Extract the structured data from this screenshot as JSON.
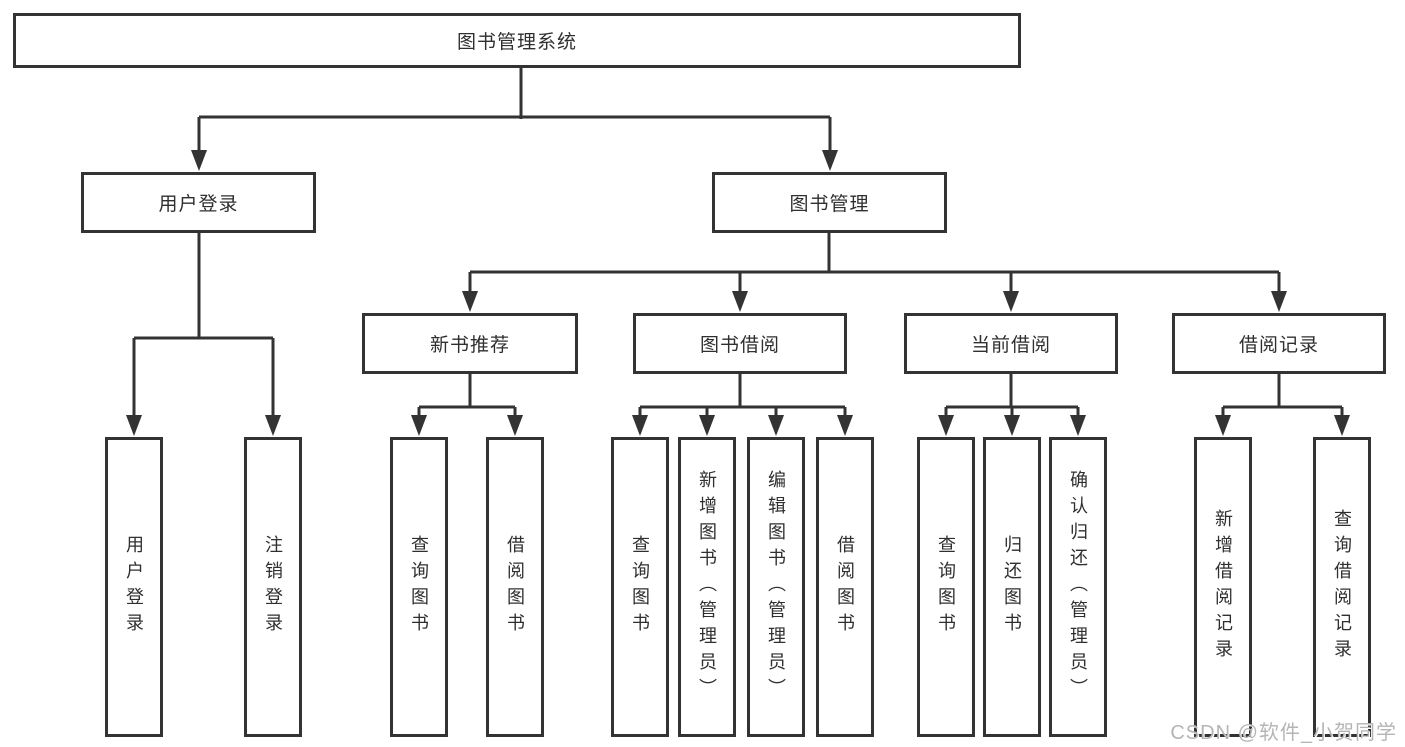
{
  "tree": {
    "root": "图书管理系统",
    "user_login_branch": {
      "label": "用户登录",
      "children": [
        "用户登录",
        "注销登录"
      ]
    },
    "book_mgmt_branch": {
      "label": "图书管理",
      "groups": [
        {
          "label": "新书推荐",
          "children": [
            "查询图书",
            "借阅图书"
          ]
        },
        {
          "label": "图书借阅",
          "children": [
            "查询图书",
            "新增图书（管理员）",
            "编辑图书（管理员）",
            "借阅图书"
          ]
        },
        {
          "label": "当前借阅",
          "children": [
            "查询图书",
            "归还图书",
            "确认归还（管理员）"
          ]
        },
        {
          "label": "借阅记录",
          "children": [
            "新增借阅记录",
            "查询借阅记录"
          ]
        }
      ]
    }
  },
  "watermark": "CSDN @软件_小贺同学",
  "colors": {
    "line": "#333333",
    "box_border": "#333333",
    "box_fill": "#ffffff",
    "text": "#2f2f2f",
    "watermark": "#b5b5b5"
  }
}
